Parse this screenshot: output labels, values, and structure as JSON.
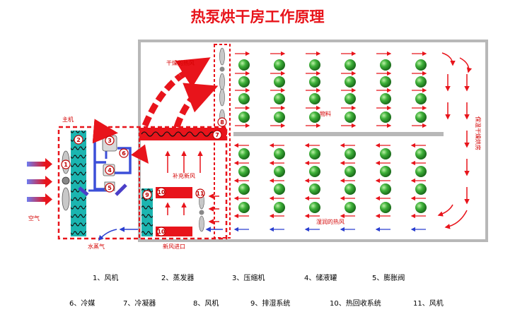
{
  "title": "热泵烘干房工作原理",
  "labels": {
    "host": "主机",
    "air": "空气",
    "dry_hot_air": "干燥的热风",
    "material": "物料",
    "supplement_fresh_air": "补充新风",
    "humid_hot_air": "湿润的热风",
    "vapor": "水蒸气",
    "fresh_air_inlet": "新风进口",
    "drying_room": "保温干燥烘房"
  },
  "numbers": [
    "1",
    "2",
    "3",
    "4",
    "5",
    "6",
    "7",
    "8",
    "9",
    "10",
    "11"
  ],
  "legend": [
    "1、风机",
    "2、蒸发器",
    "3、压缩机",
    "4、储液罐",
    "5、膨胀阀",
    "6、冷媒",
    "7、冷凝器",
    "8、风机",
    "9、排湿系统",
    "10、热回收系统",
    "11、风机"
  ],
  "colors": {
    "accent_red": "#e8141b",
    "ball_green": "#2e9e2e",
    "evaporator_cyan": "#1bb5b0",
    "pipe_blue": "#3c4fd8",
    "refrigerant_purple": "#7a3a9a"
  }
}
